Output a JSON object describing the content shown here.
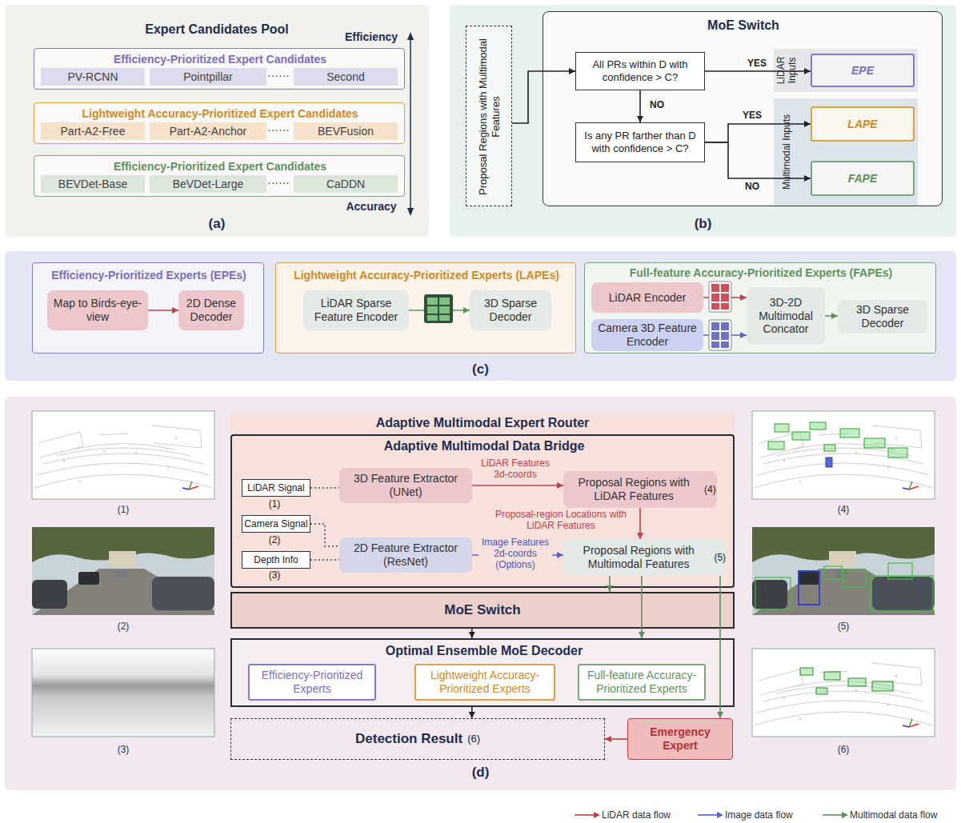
{
  "diagram": {
    "nodes": [
      {
        "text": [
          "Expert Candidates Pool",
          "(a)"
        ]
      },
      {
        "text": [
          "Efficiency-Prioritized Expert Candidates"
        ],
        "in": 0
      },
      {
        "text": [
          "PV-RCNN"
        ],
        "in": 1
      },
      {
        "text": [
          "Pointpillar"
        ],
        "in": 1
      },
      {
        "text": [
          "Second"
        ],
        "in": 1
      },
      {
        "text": [
          "Lightweight Accuracy-Prioritized Expert Candidates"
        ],
        "in": 0
      },
      {
        "text": [
          "Part-A2-Free"
        ],
        "in": 5
      },
      {
        "text": [
          "Part-A2-Anchor"
        ],
        "in": 5
      },
      {
        "text": [
          "BEVFusion"
        ],
        "in": 5
      },
      {
        "text": [
          "Efficiency-Prioritized Expert Candidates"
        ],
        "in": 0
      },
      {
        "text": [
          "BEVDet-Base"
        ],
        "in": 9
      },
      {
        "text": [
          "BeVDet-Large"
        ],
        "in": 9
      },
      {
        "text": [
          "CaDDN"
        ],
        "in": 9
      },
      {
        "text": [
          "(b)"
        ]
      },
      {
        "text": [
          "Proposal Regions with Multimodal Features"
        ],
        "in": 13
      },
      {
        "text": [
          "MoE Switch"
        ],
        "in": 13
      },
      {
        "text": [
          "All PRs within D with confidence > C?"
        ],
        "in": 15
      },
      {
        "text": [
          "Is any PR farther than D with confidence > C?"
        ],
        "in": 15
      },
      {
        "text": [
          "LiDAR Inputs"
        ],
        "in": 15
      },
      {
        "text": [
          "EPE"
        ],
        "in": 18
      },
      {
        "text": [
          "Multimodal Inputs"
        ],
        "in": 15
      },
      {
        "text": [
          "LAPE"
        ],
        "in": 20
      },
      {
        "text": [
          "FAPE"
        ],
        "in": 20
      },
      {
        "text": [
          "(c)"
        ]
      },
      {
        "text": [
          "Efficiency-Prioritized Experts (EPEs)"
        ],
        "in": 23
      },
      {
        "text": [
          "Map to Birds-eye-view"
        ],
        "in": 24
      },
      {
        "text": [
          "2D Dense Decoder"
        ],
        "in": 24
      },
      {
        "text": [
          "Lightweight Accuracy-Prioritized Experts (LAPEs)"
        ],
        "in": 23
      },
      {
        "text": [
          "LiDAR Sparse Feature Encoder"
        ],
        "in": 27
      },
      {
        "text": [
          "3D Sparse Decoder"
        ],
        "in": 27
      },
      {
        "text": [
          "Full-feature Accuracy-Prioritized Experts (FAPEs)"
        ],
        "in": 23
      },
      {
        "text": [
          "LiDAR Encoder"
        ],
        "in": 30
      },
      {
        "text": [
          "Camera 3D Feature Encoder"
        ],
        "in": 30
      },
      {
        "text": [
          "3D-2D Multimodal Concator"
        ],
        "in": 30
      },
      {
        "text": [
          "3D Sparse Decoder"
        ],
        "in": 30
      },
      {
        "text": [
          "(d)"
        ]
      },
      {
        "text": [
          "Adaptive Multimodal Expert Router"
        ],
        "in": 35
      },
      {
        "text": [
          "Adaptive Multimodal Data Bridge"
        ],
        "in": 36
      },
      {
        "text": [
          "LiDAR Signal"
        ],
        "in": 37
      },
      {
        "text": [
          "Camera Signal"
        ],
        "in": 37
      },
      {
        "text": [
          "Depth Info"
        ],
        "in": 37
      },
      {
        "text": [
          "3D Feature Extractor (UNet)"
        ],
        "in": 37
      },
      {
        "text": [
          "2D Feature Extractor (ResNet)"
        ],
        "in": 37
      },
      {
        "text": [
          "Proposal Regions with LiDAR Features",
          "(4)"
        ],
        "in": 37
      },
      {
        "text": [
          "Proposal Regions with Multimodal Features",
          "(5)"
        ],
        "in": 37
      },
      {
        "text": [
          "MoE Switch"
        ],
        "in": 36
      },
      {
        "text": [
          "Optimal Ensemble MoE Decoder"
        ],
        "in": 35
      },
      {
        "text": [
          "Efficiency-Prioritized Experts"
        ],
        "in": 46
      },
      {
        "text": [
          "Lightweight Accuracy-Prioritized Experts"
        ],
        "in": 46
      },
      {
        "text": [
          "Full-feature Accuracy-Prioritized Experts"
        ],
        "in": 46
      },
      {
        "text": [
          "Detection Result",
          "(6)"
        ],
        "in": 35
      },
      {
        "text": [
          "Emergency Expert"
        ],
        "in": 35
      }
    ],
    "edges": [
      {
        "from": 14,
        "to": 16,
        "arrow": "to"
      },
      {
        "from": 16,
        "to": 19,
        "label": "YES",
        "arrow": "to"
      },
      {
        "from": 16,
        "to": 17,
        "label": "NO",
        "arrow": "to"
      },
      {
        "from": 17,
        "to": 21,
        "label": "YES",
        "arrow": "to"
      },
      {
        "from": 17,
        "to": 22,
        "label": "NO",
        "arrow": "to"
      },
      {
        "from": 25,
        "to": 26,
        "arrow": "to"
      },
      {
        "from": 28,
        "to": 29,
        "arrow": "to"
      },
      {
        "from": 31,
        "to": 33,
        "arrow": "to"
      },
      {
        "from": 32,
        "to": 33,
        "arrow": "to"
      },
      {
        "from": 33,
        "to": 34,
        "arrow": "to"
      },
      {
        "from": 38,
        "to": 41,
        "arrow": "none"
      },
      {
        "from": 39,
        "to": 42,
        "arrow": "none"
      },
      {
        "from": 40,
        "to": 42,
        "arrow": "none"
      },
      {
        "from": 41,
        "to": 43,
        "label": "LiDAR Features 3d-coords",
        "arrow": "to"
      },
      {
        "from": 43,
        "to": 44,
        "label": "Proposal-region Locations with LiDAR Features",
        "arrow": "to"
      },
      {
        "from": 42,
        "to": 44,
        "label": "Image Features 2d-coords (Options)",
        "arrow": "to"
      },
      {
        "from": 44,
        "to": 45,
        "arrow": "to"
      },
      {
        "from": 44,
        "to": 46,
        "arrow": "to"
      },
      {
        "from": 44,
        "to": 51,
        "arrow": "to"
      },
      {
        "from": 45,
        "to": 46,
        "arrow": "to"
      },
      {
        "from": 46,
        "to": 50,
        "arrow": "to"
      },
      {
        "from": 51,
        "to": 50,
        "arrow": "to"
      }
    ],
    "labels": [
      "Efficiency",
      "Accuracy",
      "······",
      "······",
      "······",
      "(1)",
      "(2)",
      "(3)",
      "(1)",
      "(2)",
      "(3)",
      "(4)",
      "(5)",
      "(6)"
    ],
    "legend": [
      {
        "text": "LiDAR data flow"
      },
      {
        "text": "Image data flow"
      },
      {
        "text": "Multimodal data flow"
      }
    ]
  }
}
